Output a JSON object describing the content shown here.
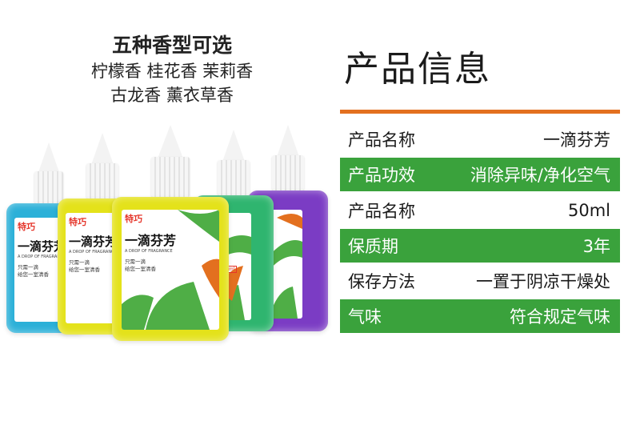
{
  "headline": {
    "line1": "五种香型可选",
    "line2": "柠檬香 桂花香 茉莉香",
    "line3": "古龙香 薰衣草香"
  },
  "title": "产品信息",
  "colors": {
    "accent_orange": "#e3701f",
    "row_green": "#3aa23c",
    "bottle_blue": "#2bb0d8",
    "bottle_yellow": "#e4e21a",
    "bottle_green": "#2fb56f",
    "bottle_purple": "#7b3cc4"
  },
  "bottle_label": {
    "brand": "特巧",
    "name": "一滴芬芳",
    "subtitle": "A DROP OF FRAGRANCE",
    "desc1": "只需一滴",
    "desc2": "给您一室清香",
    "net": "NET: 50ml"
  },
  "rows": [
    {
      "label": "产品名称",
      "value": "一滴芬芳",
      "style": "light"
    },
    {
      "label": "产品功效",
      "value": "消除异味/净化空气",
      "style": "green"
    },
    {
      "label": "产品名称",
      "value": "50ml",
      "style": "light"
    },
    {
      "label": "保质期",
      "value": "3年",
      "style": "green"
    },
    {
      "label": "保存方法",
      "value": "一置于阴凉干燥处",
      "style": "light"
    },
    {
      "label": "气味",
      "value": "符合规定气味",
      "style": "green"
    }
  ]
}
